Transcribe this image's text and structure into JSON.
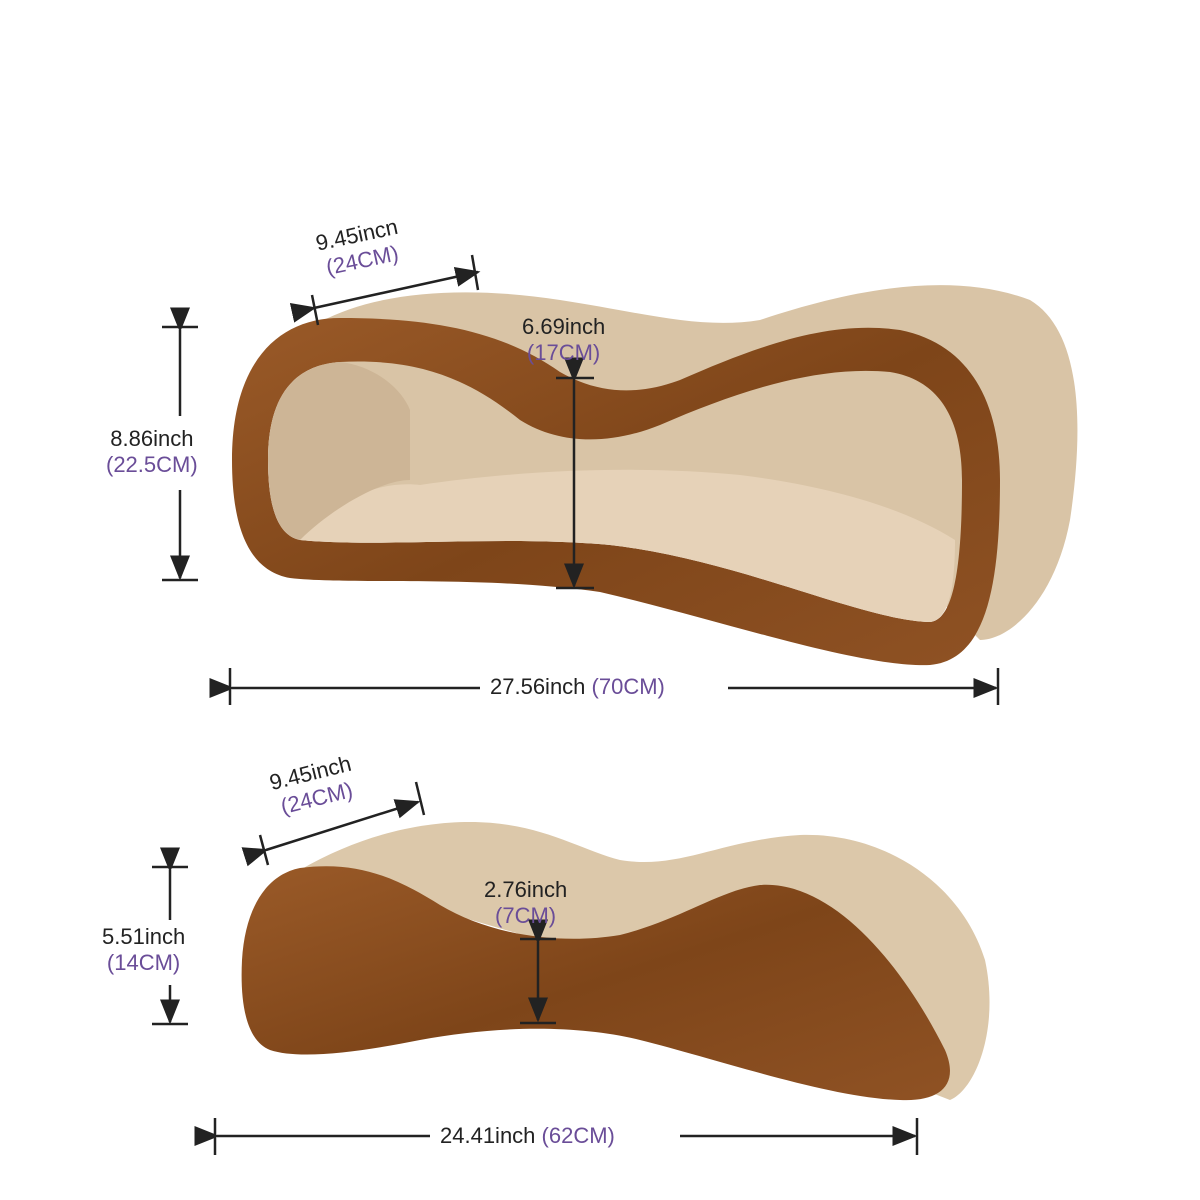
{
  "large_scratcher": {
    "depth": {
      "inch": "9.45incn",
      "cm": "(24CM)"
    },
    "inner_height": {
      "inch": "6.69inch",
      "cm": "(17CM)"
    },
    "height": {
      "inch": "8.86inch",
      "cm": "(22.5CM)"
    },
    "length": {
      "inch": "27.56inch",
      "cm": "(70CM)"
    }
  },
  "small_scratcher": {
    "depth": {
      "inch": "9.45inch",
      "cm": "(24CM)"
    },
    "center_height": {
      "inch": "2.76inch",
      "cm": "(7CM)"
    },
    "height": {
      "inch": "5.51inch",
      "cm": "(14CM)"
    },
    "length": {
      "inch": "24.41inch",
      "cm": "(62CM)"
    }
  },
  "colors": {
    "wood": "#8a4e22",
    "cardboard": "#d9c4a6",
    "label_cm": "#6a4d98",
    "line": "#222222"
  }
}
